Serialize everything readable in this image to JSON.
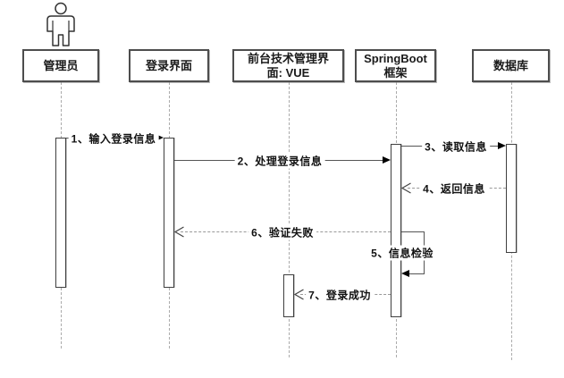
{
  "diagram": {
    "type": "uml-sequence-diagram",
    "background_color": "#ffffff",
    "line_color": "#555555",
    "lifeline_color": "#ababab",
    "arrow_color": "#000000",
    "text_color": "#111111"
  },
  "participants": [
    {
      "label": "管理员",
      "lines": [
        "管理员"
      ],
      "kind": "actor"
    },
    {
      "label": "登录界面",
      "lines": [
        "登录界面"
      ],
      "kind": "object"
    },
    {
      "label": "前台技术管理界面: VUE",
      "lines": [
        "前台技术管理界",
        "面: VUE"
      ],
      "kind": "object"
    },
    {
      "label": "SpringBoot框架",
      "lines": [
        "SpringBoot",
        "框架"
      ],
      "kind": "object"
    },
    {
      "label": "数据库",
      "lines": [
        "数据库"
      ],
      "kind": "object"
    }
  ],
  "messages": [
    {
      "seq": "1",
      "label": "1、输入登录信息",
      "from": "管理员",
      "to": "登录界面",
      "line": "solid",
      "arrow": "filled"
    },
    {
      "seq": "2",
      "label": "2、处理登录信息",
      "from": "登录界面",
      "to": "SpringBoot框架",
      "line": "solid",
      "arrow": "filled"
    },
    {
      "seq": "3",
      "label": "3、读取信息",
      "from": "SpringBoot框架",
      "to": "数据库",
      "line": "solid",
      "arrow": "filled"
    },
    {
      "seq": "4",
      "label": "4、返回信息",
      "from": "数据库",
      "to": "SpringBoot框架",
      "line": "dashed",
      "arrow": "open"
    },
    {
      "seq": "5",
      "label": "5、信息检验",
      "from": "SpringBoot框架",
      "to": "SpringBoot框架",
      "line": "solid",
      "arrow": "filled",
      "self_message": true
    },
    {
      "seq": "6",
      "label": "6、验证失败",
      "from": "SpringBoot框架",
      "to": "登录界面",
      "line": "dashed",
      "arrow": "open"
    },
    {
      "seq": "7",
      "label": "7、登录成功",
      "from": "SpringBoot框架",
      "to": "前台技术管理界面: VUE",
      "line": "dashed",
      "arrow": "open"
    }
  ]
}
